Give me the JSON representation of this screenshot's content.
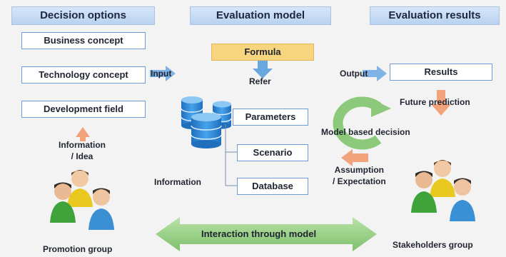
{
  "columns": {
    "left_header": "Decision options",
    "center_header": "Evaluation model",
    "right_header": "Evaluation results"
  },
  "options": [
    "Business concept",
    "Technology concept",
    "Development field"
  ],
  "model": {
    "formula": "Formula",
    "refer": "Refer",
    "parameters": "Parameters",
    "scenario": "Scenario",
    "database": "Database"
  },
  "results": {
    "results": "Results",
    "future_prediction": "Future prediction"
  },
  "labels": {
    "input": "Input",
    "output": "Output",
    "information_idea": "Information\n/ Idea",
    "information": "Information",
    "model_based_decision": "Model based decision",
    "assumption_expectation": "Assumption\n/ Expectation",
    "interaction": "Interaction through model"
  },
  "groups": {
    "promotion": "Promotion group",
    "stakeholders": "Stakeholders group"
  },
  "colors": {
    "header_bg": "#c6dbf4",
    "box_border": "#6f9bd6",
    "formula_bg": "#f7d57e",
    "orange_arrow": "#f3a37c",
    "blue_arrow": "#6aa6e0",
    "green_arrow": "#8cc97a",
    "database_blue": "#2f86d4"
  },
  "icons": [
    "database-icon",
    "people-group-icon",
    "cycle-arrow-icon"
  ]
}
